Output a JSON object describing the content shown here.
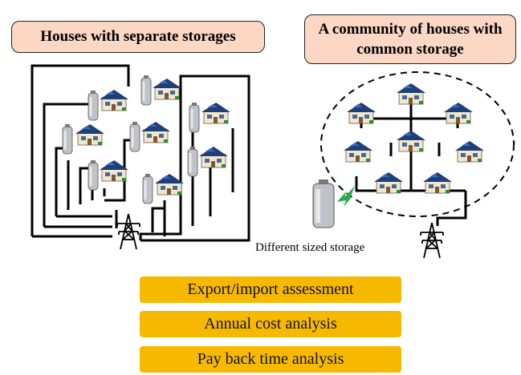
{
  "titles": {
    "separate": "Houses with separate storages",
    "community": "A community of houses with common storage"
  },
  "storage_label": "Different sized storage",
  "analyses": [
    "Export/import assessment",
    "Annual cost analysis",
    "Pay back time analysis"
  ],
  "colors": {
    "title_fill": "#fbd7c4",
    "bar_fill": "#f7b900",
    "roof": "#1f3f78",
    "house_wall": "#f1e6cf",
    "tank": "#bfc3c8",
    "spark": "#2ea84a"
  }
}
